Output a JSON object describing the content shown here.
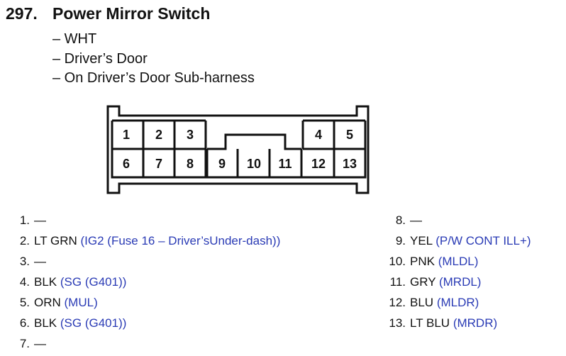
{
  "header": {
    "number": "297.",
    "title": "Power Mirror Switch",
    "lines": [
      "– WHT",
      "– Driver’s Door",
      "– On Driver’s Door Sub-harness"
    ]
  },
  "connector": {
    "top_row": [
      "1",
      "2",
      "3",
      "4",
      "5"
    ],
    "bottom_row": [
      "6",
      "7",
      "8",
      "9",
      "10",
      "11",
      "12",
      "13"
    ]
  },
  "pins_left": [
    {
      "num": "1.",
      "wire": "—",
      "desc": ""
    },
    {
      "num": "2.",
      "wire": "LT GRN",
      "desc": "(IG2 (Fuse 16 – Driver’sUnder-dash))"
    },
    {
      "num": "3.",
      "wire": "—",
      "desc": ""
    },
    {
      "num": "4.",
      "wire": "BLK",
      "desc": "(SG (G401))"
    },
    {
      "num": "5.",
      "wire": "ORN",
      "desc": "(MUL)"
    },
    {
      "num": "6.",
      "wire": "BLK",
      "desc": "(SG (G401))"
    },
    {
      "num": "7.",
      "wire": "—",
      "desc": ""
    }
  ],
  "pins_right": [
    {
      "num": "8.",
      "wire": "—",
      "desc": ""
    },
    {
      "num": "9.",
      "wire": "YEL",
      "desc": "(P/W CONT ILL+)"
    },
    {
      "num": "10.",
      "wire": "PNK",
      "desc": "(MLDL)"
    },
    {
      "num": "11.",
      "wire": "GRY",
      "desc": "(MRDL)"
    },
    {
      "num": "12.",
      "wire": "BLU",
      "desc": "(MLDR)"
    },
    {
      "num": "13.",
      "wire": "LT BLU",
      "desc": "(MRDR)"
    }
  ]
}
